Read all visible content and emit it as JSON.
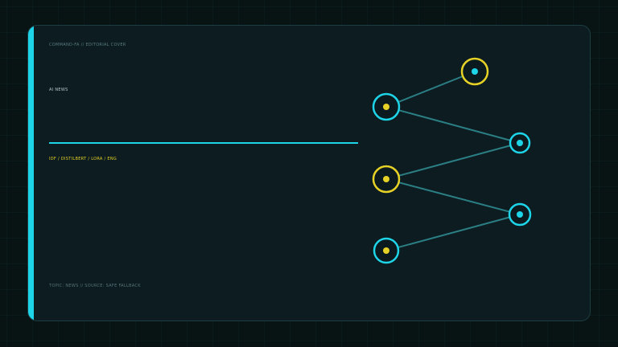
{
  "card": {
    "kicker": "COMMAND-FA // EDITORIAL COVER",
    "title": "AI NEWS",
    "tags": "IDF / DISTILBERT / LORA / ENG",
    "footer": "TOPIC: NEWS // SOURCE: SAFE FALLBACK"
  },
  "colors": {
    "background": "#081313",
    "card": "#0c1c20",
    "accent_cyan": "#1ed4e8",
    "accent_yellow": "#e6d227",
    "edge": "#2a7e84"
  },
  "network": {
    "nodes": [
      {
        "id": "n1",
        "color": "yellow"
      },
      {
        "id": "n2",
        "color": "cyan"
      },
      {
        "id": "n3",
        "color": "cyan"
      },
      {
        "id": "n4",
        "color": "yellow"
      },
      {
        "id": "n5",
        "color": "cyan"
      },
      {
        "id": "n6",
        "color": "cyan"
      }
    ],
    "edges": [
      [
        "n2",
        "n1"
      ],
      [
        "n2",
        "n3"
      ],
      [
        "n4",
        "n3"
      ],
      [
        "n4",
        "n5"
      ],
      [
        "n6",
        "n5"
      ]
    ]
  }
}
